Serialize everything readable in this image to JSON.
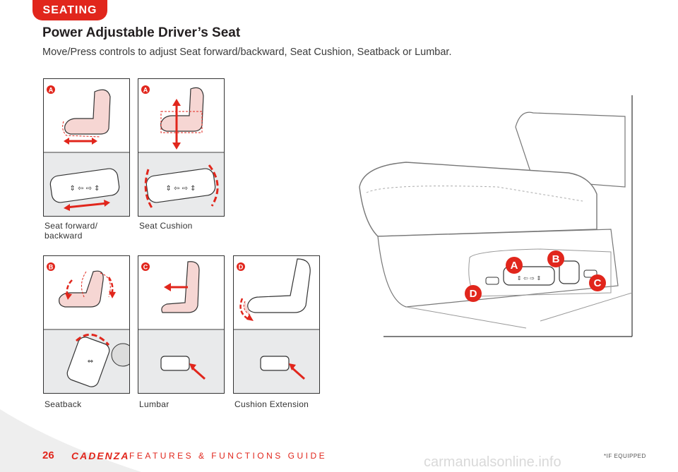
{
  "section_tab": "SEATING",
  "title": "Power Adjustable Driver’s Seat",
  "intro": "Move/Press controls to adjust Seat forward/backward, Seat Cushion, Seatback or Lumbar.",
  "panels": [
    {
      "badge": "A",
      "caption_line1": "Seat forward/",
      "caption_line2": "backward"
    },
    {
      "badge": "A",
      "caption_line1": "Seat Cushion"
    },
    {
      "badge": "B",
      "caption_line1": "Seatback"
    },
    {
      "badge": "C",
      "caption_line1": "Lumbar"
    },
    {
      "badge": "D",
      "caption_line1": "Cushion Extension"
    }
  ],
  "callouts": [
    "A",
    "B",
    "C",
    "D"
  ],
  "footer": {
    "page_number": "26",
    "brand": "CADENZA",
    "guide_title": "FEATURES & FUNCTIONS GUIDE",
    "note": "*IF EQUIPPED"
  },
  "watermark": "carmanualsonline.info",
  "colors": {
    "accent": "#e1261c",
    "line": "#333333",
    "fill_pink": "#f6d6d3"
  }
}
